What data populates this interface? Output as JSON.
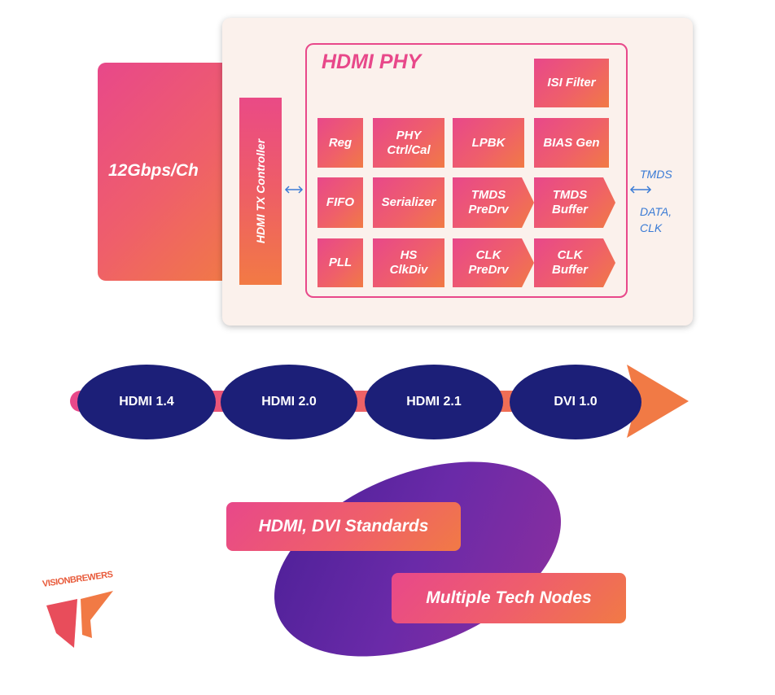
{
  "phy_diagram": {
    "throughput_label": "12Gbps/Ch",
    "controller_label": "HDMI TX Controller",
    "phy_title": "HDMI PHY",
    "blocks": {
      "isi_filter": "ISI Filter",
      "reg": "Reg",
      "phy_ctrl": "PHY\nCtrl/Cal",
      "lpbk": "LPBK",
      "bias_gen": "BIAS Gen",
      "fifo": "FIFO",
      "serializer": "Serializer",
      "tmds_predrv": "TMDS\nPreDrv",
      "tmds_buffer": "TMDS\nBuffer",
      "pll": "PLL",
      "hs_clkdiv": "HS\nClkDiv",
      "clk_predrv": "CLK\nPreDrv",
      "clk_buffer": "CLK\nBuffer"
    },
    "output_label_top": "TMDS",
    "output_label_bottom": "DATA,\nCLK"
  },
  "timeline": {
    "items": [
      "HDMI 1.4",
      "HDMI 2.0",
      "HDMI 2.1",
      "DVI 1.0"
    ]
  },
  "features": {
    "standards": "HDMI, DVI Standards",
    "nodes": "Multiple Tech Nodes"
  },
  "logo": {
    "text": "VISIONBREWERS"
  },
  "colors": {
    "accent_pink": "#e8488a",
    "accent_orange": "#f17a45",
    "navy": "#1c1f78",
    "panel_bg": "#fbf1ec",
    "arrow_blue": "#3a7bd5"
  }
}
